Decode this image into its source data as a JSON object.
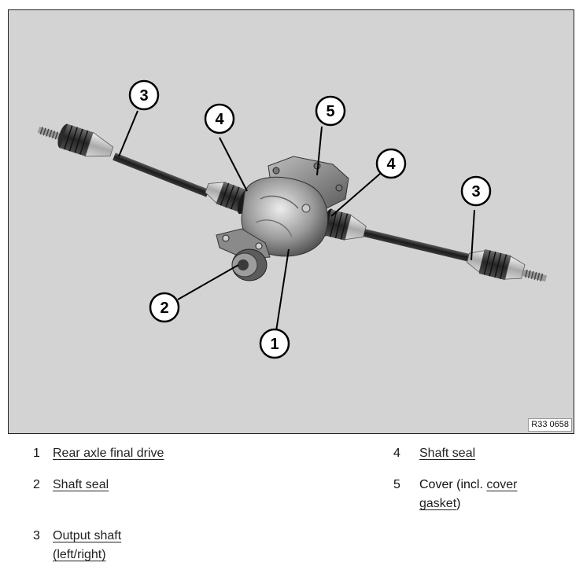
{
  "figure": {
    "reference_code": "R33 0658",
    "callouts": [
      "1",
      "2",
      "3",
      "3",
      "4",
      "4",
      "5"
    ]
  },
  "legend": [
    {
      "number": "1",
      "link": "Rear axle final drive"
    },
    {
      "number": "2",
      "link": "Shaft seal"
    },
    {
      "number": "3",
      "link_line1": "Output shaft",
      "link_line2": "(left/right)"
    },
    {
      "number": "4",
      "link": "Shaft seal"
    },
    {
      "number": "5",
      "text_before": "Cover (incl. ",
      "link_line1": "cover",
      "link_line2": "gasket",
      "text_after": ")"
    }
  ]
}
